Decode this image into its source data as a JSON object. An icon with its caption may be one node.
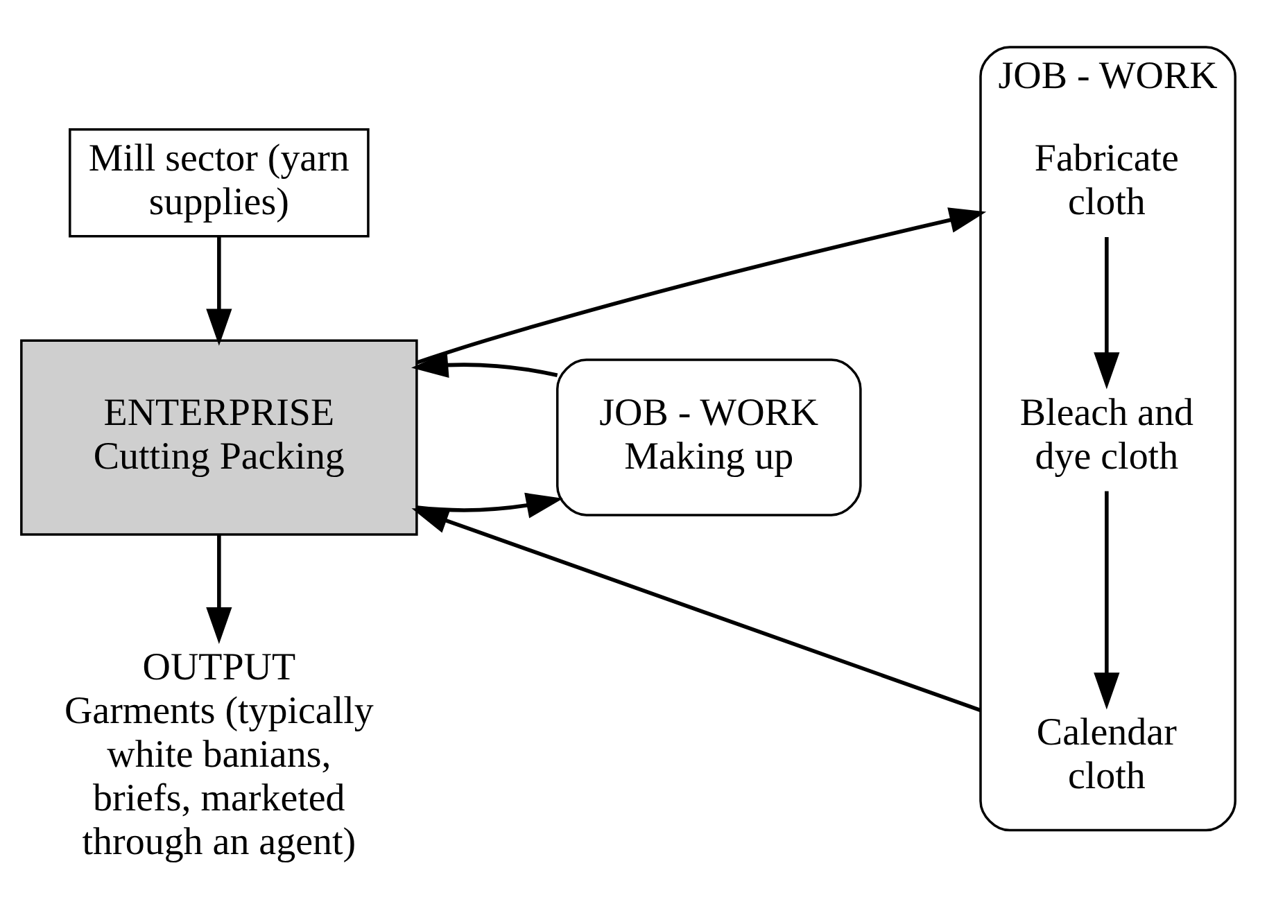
{
  "diagram": {
    "nodes": [
      {
        "text": [
          "Mill sector (yarn supplies)"
        ]
      },
      {
        "text": [
          "ENTERPRISE",
          "Cutting Packing"
        ]
      },
      {
        "text": [
          "JOB - WORK"
        ]
      },
      {
        "text": [
          "Fabricate cloth"
        ],
        "in": 2
      },
      {
        "text": [
          "Bleach and dye cloth"
        ],
        "in": 2
      },
      {
        "text": [
          "Calendar cloth"
        ],
        "in": 2
      },
      {
        "text": [
          "JOB - WORK",
          "Making up"
        ]
      },
      {
        "text": [
          "OUTPUT",
          "Garments (typically white banians, briefs, marketed through an agent)"
        ]
      }
    ],
    "edges": [
      {
        "from": 0,
        "to": 1,
        "arrow": "to"
      },
      {
        "from": 1,
        "to": 2,
        "arrow": "to"
      },
      {
        "from": 1,
        "to": 6,
        "arrow": "to"
      },
      {
        "from": 6,
        "to": 1,
        "arrow": "to"
      },
      {
        "from": 3,
        "to": 4,
        "arrow": "to"
      },
      {
        "from": 4,
        "to": 5,
        "arrow": "to"
      },
      {
        "from": 2,
        "to": 1,
        "arrow": "to"
      },
      {
        "from": 1,
        "to": 7,
        "arrow": "to"
      }
    ]
  }
}
